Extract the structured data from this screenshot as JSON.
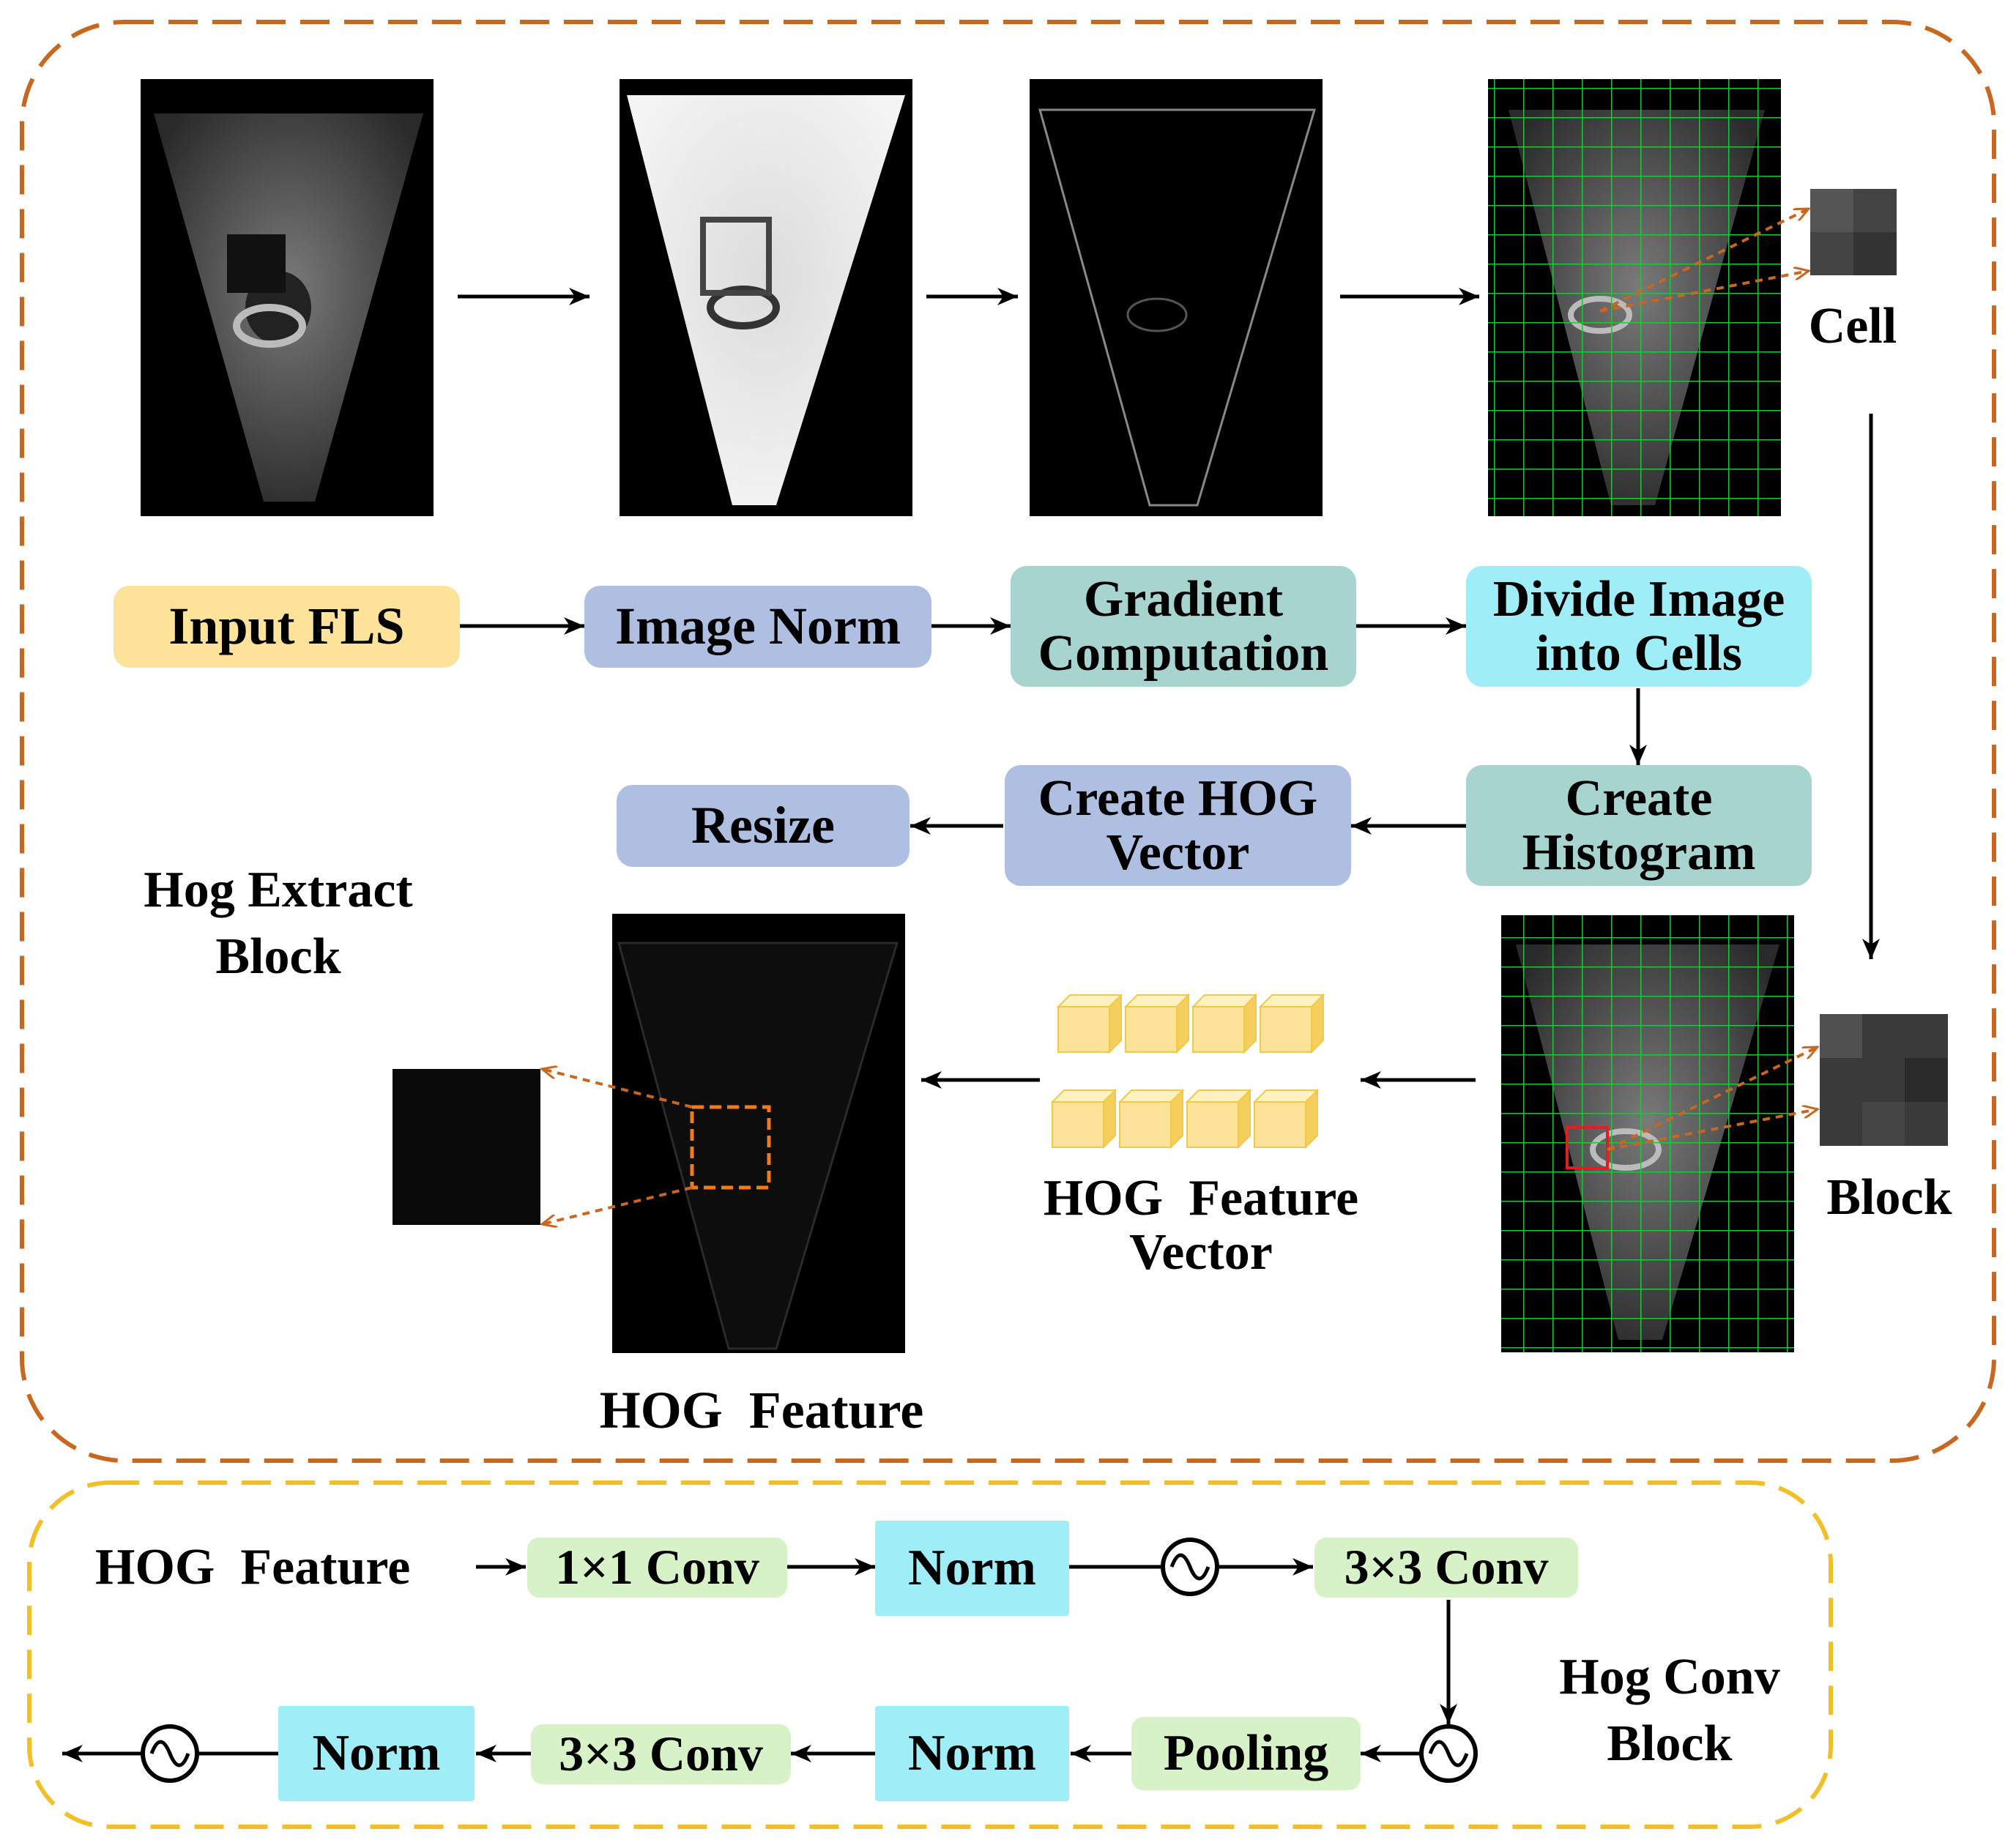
{
  "hog_extract": {
    "title_line1": "Hog Extract",
    "title_line2": "Block",
    "flow": {
      "input": "Input FLS",
      "norm": "Image Norm",
      "gradient_line1": "Gradient",
      "gradient_line2": "Computation",
      "divide_line1": "Divide Image",
      "divide_line2": "into Cells",
      "histogram_line1": "Create",
      "histogram_line2": "Histogram",
      "hogvec_line1": "Create HOG",
      "hogvec_line2": "Vector",
      "resize": "Resize"
    },
    "labels": {
      "cell": "Cell",
      "block": "Block",
      "feature_vector_line1": "HOG  Feature",
      "feature_vector_line2": "Vector",
      "hog_feature": "HOG  Feature"
    },
    "colors": {
      "input": "#fde39a",
      "norm": "#afbfe2",
      "gradient": "#a8d4cf",
      "divide": "#9eedf7",
      "border": "#c8671f",
      "grid": "#21c43a",
      "cube": "#fde39a"
    }
  },
  "hog_conv": {
    "title_line1": "Hog Conv",
    "title_line2": "Block",
    "input_label": "HOG  Feature",
    "row1": [
      "1×1 Conv",
      "Norm",
      "3×3 Conv"
    ],
    "row2": [
      "Pooling",
      "Norm",
      "3×3 Conv",
      "Norm"
    ],
    "colors": {
      "conv": "#d8f2c8",
      "norm": "#9eedf7",
      "border": "#f2c026"
    }
  }
}
